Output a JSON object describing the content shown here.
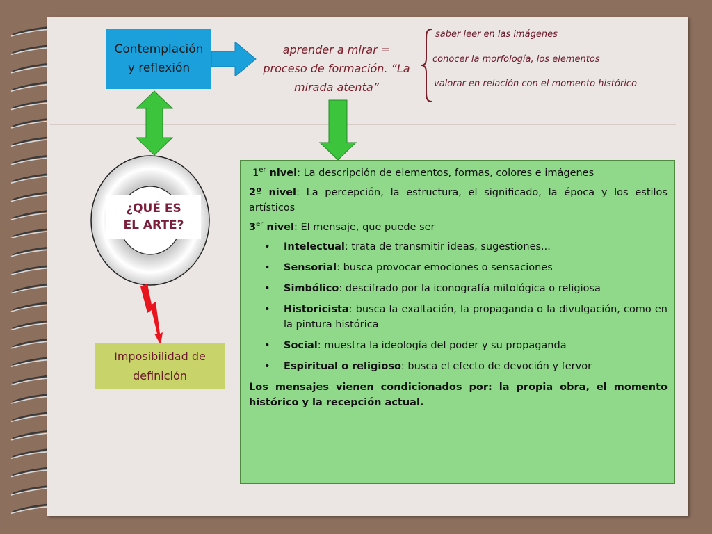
{
  "diagram": {
    "title_box": {
      "line1": "Contemplación",
      "line2": "y reflexión"
    },
    "concept": {
      "line1": "aprender a mirar =",
      "line2": "proceso de formación. “La",
      "line3": "mirada atenta”"
    },
    "brace_items": [
      "saber leer en las imágenes",
      "conocer la morfología, los elementos",
      "valorar en relación con el momento histórico"
    ],
    "center_question": {
      "line1": "¿QUÉ ES",
      "line2": "EL ARTE?"
    },
    "impossibility": {
      "line1": "Imposibilidad de",
      "line2": "definición"
    },
    "levels": {
      "level1": {
        "num": "1",
        "sup": "er",
        "label": " nivel",
        "text": ": La descripción de elementos, formas, colores e imágenes"
      },
      "level2": {
        "num": "2º",
        "label": " nivel",
        "text": ": La percepción, la estructura, el significado, la época y los estilos artísticos"
      },
      "level3": {
        "num": "3",
        "sup": "er",
        "label": " nivel",
        "text": ": El mensaje, que puede ser"
      },
      "bullet_symbol": "•",
      "messages": [
        {
          "term": "Intelectual",
          "text": ": trata de transmitir ideas, sugestiones..."
        },
        {
          "term": "Sensorial",
          "text": ": busca provocar emociones o sensaciones"
        },
        {
          "term": "Simbólico",
          "text": ": descifrado por la iconografía mitológica o religiosa"
        },
        {
          "term": "Historicista",
          "text": ": busca la exaltación, la propaganda o la divulgación, como en la pintura histórica"
        },
        {
          "term": "Social",
          "text": ": muestra la ideología del poder y su propaganda"
        },
        {
          "term": "Espiritual o religioso",
          "text": ": busca el efecto de devoción y fervor"
        }
      ],
      "conclusion": "Los mensajes vienen condicionados por: la propia obra, el momento histórico y la recepción actual."
    },
    "colors": {
      "background": "#8d6f5e",
      "paper": "#ebe6e3",
      "title_box": "#1ca0dc",
      "levels_box": "#90d88a",
      "impossibility_box": "#c8d36a",
      "green_arrows": "#3cc43c",
      "lightning": "#e8141e",
      "accent_text": "#7a1e2a"
    }
  }
}
